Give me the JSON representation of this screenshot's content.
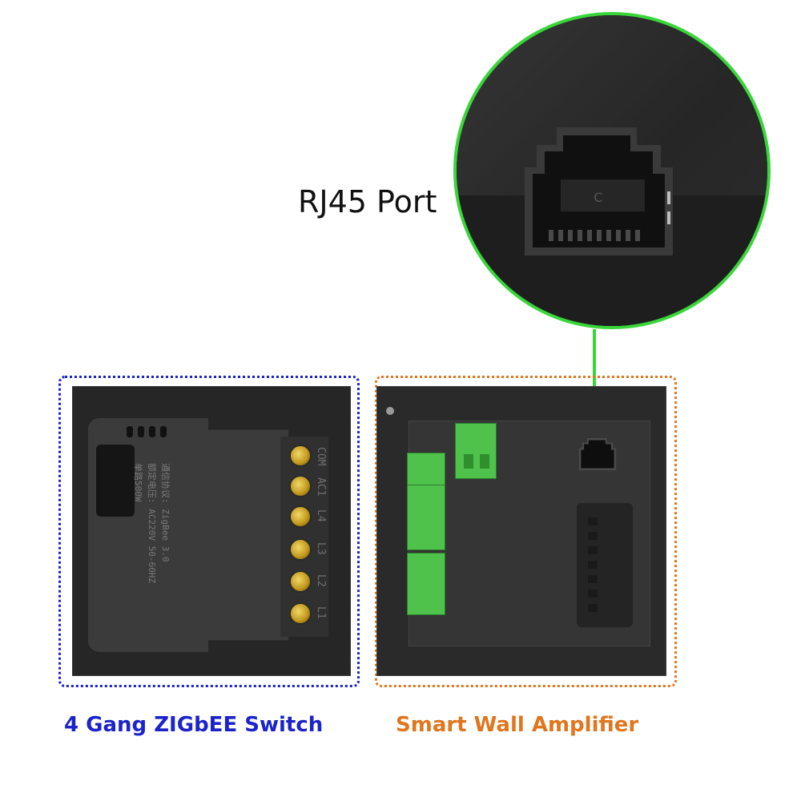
{
  "annotation": {
    "port_label": "RJ45 Port",
    "port_letter": "C"
  },
  "captions": {
    "left": "4 Gang ZIGbEE Switch",
    "right": "Smart Wall Amplifier"
  },
  "switch": {
    "terminals": [
      "COM",
      "AC1",
      "L4",
      "L3",
      "L2",
      "L1"
    ],
    "spec_lines": [
      "通信协议: ZigBee 3.0",
      "额定电压: AC220V 50-60HZ",
      "单路500W"
    ]
  },
  "colors": {
    "switch_frame": "#1c24c9",
    "amp_frame": "#e0761e",
    "zoom_ring": "#39d63a",
    "terminal_green": "#4fc24c"
  }
}
